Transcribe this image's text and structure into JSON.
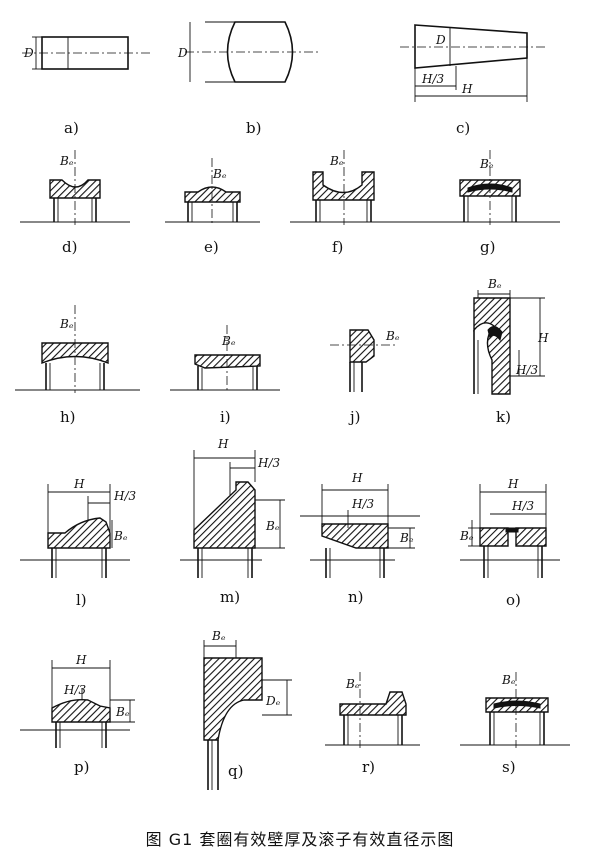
{
  "caption": "图 G1    套圈有效壁厚及滚子有效直径示图",
  "dims": {
    "D": "D",
    "B": "Bₑ",
    "H": "H",
    "H3": "H/3",
    "De": "Dₑ"
  },
  "panels": [
    {
      "id": "a",
      "label": "a)"
    },
    {
      "id": "b",
      "label": "b)"
    },
    {
      "id": "c",
      "label": "c)"
    },
    {
      "id": "d",
      "label": "d)"
    },
    {
      "id": "e",
      "label": "e)"
    },
    {
      "id": "f",
      "label": "f)"
    },
    {
      "id": "g",
      "label": "g)"
    },
    {
      "id": "h",
      "label": "h)"
    },
    {
      "id": "i",
      "label": "i)"
    },
    {
      "id": "j",
      "label": "j)"
    },
    {
      "id": "k",
      "label": "k)"
    },
    {
      "id": "l",
      "label": "l)"
    },
    {
      "id": "m",
      "label": "m)"
    },
    {
      "id": "n",
      "label": "n)"
    },
    {
      "id": "o",
      "label": "o)"
    },
    {
      "id": "p",
      "label": "p)"
    },
    {
      "id": "q",
      "label": "q)"
    },
    {
      "id": "r",
      "label": "r)"
    },
    {
      "id": "s",
      "label": "s)"
    }
  ]
}
